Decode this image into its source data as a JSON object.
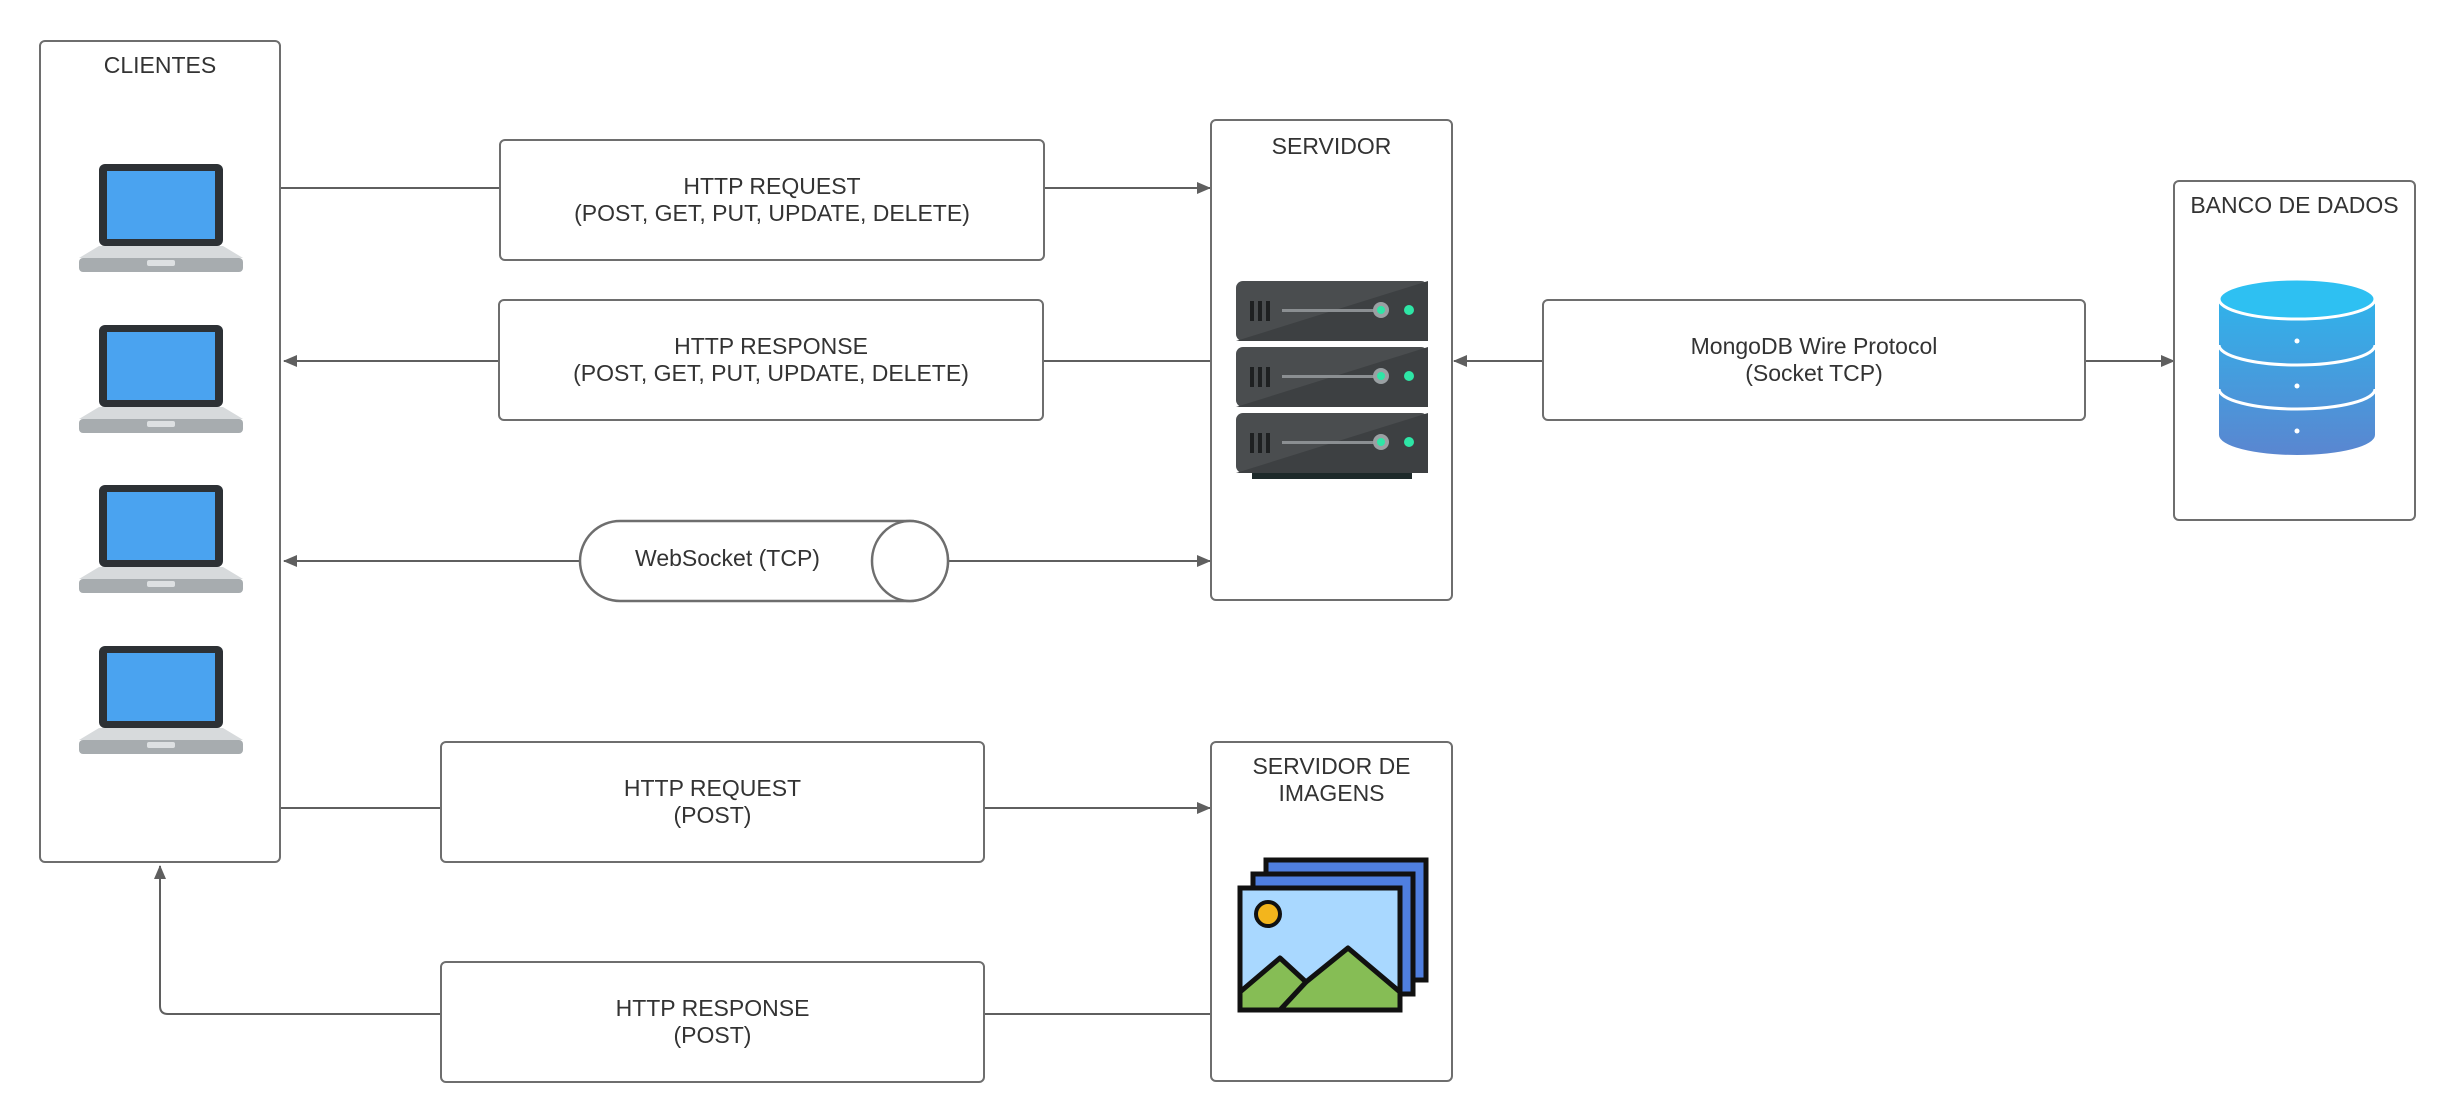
{
  "clients": {
    "title": "CLIENTES",
    "icon": "laptop-icon"
  },
  "server": {
    "title": "SERVIDOR",
    "icon": "server-rack-icon"
  },
  "database": {
    "title": "BANCO DE DADOS",
    "icon": "database-icon"
  },
  "image_server": {
    "title_line1": "SERVIDOR DE",
    "title_line2": "IMAGENS",
    "icon": "images-icon"
  },
  "edges": {
    "http_request": {
      "line1": "HTTP REQUEST",
      "line2": "(POST, GET, PUT, UPDATE, DELETE)"
    },
    "http_response": {
      "line1": "HTTP RESPONSE",
      "line2": "(POST, GET, PUT, UPDATE, DELETE)"
    },
    "websocket": {
      "label": "WebSocket (TCP)"
    },
    "mongodb": {
      "line1": "MongoDB Wire Protocol",
      "line2": "(Socket TCP)"
    },
    "img_request": {
      "line1": "HTTP REQUEST",
      "line2": "(POST)"
    },
    "img_response": {
      "line1": "HTTP RESPONSE",
      "line2": "(POST)"
    }
  },
  "colors": {
    "stroke": "#6e6e6e",
    "screen": "#4aa3f0",
    "server_body": "#4a4d4f",
    "led": "#2ee6a6",
    "db_top": "#2bb8ee",
    "db_bottom": "#5a86d0",
    "image_back": "#4f7fe0",
    "image_sky": "#a9d8ff",
    "image_hill": "#86bd55",
    "image_sun": "#f3b51c"
  }
}
